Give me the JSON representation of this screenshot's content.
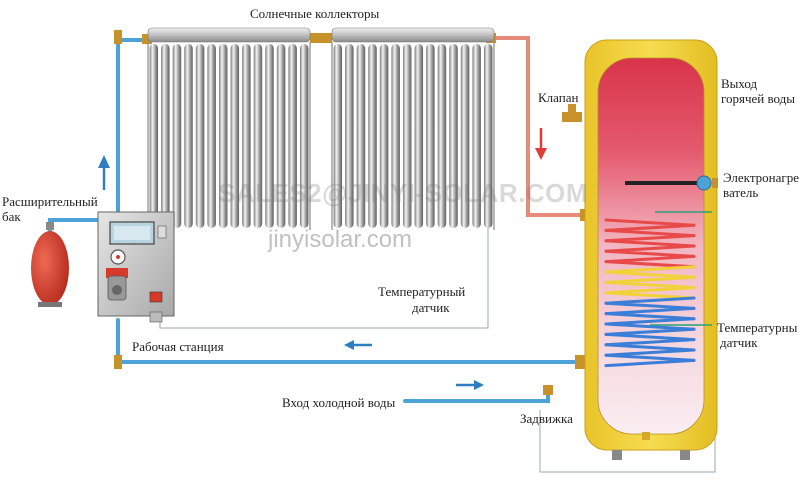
{
  "labels": {
    "collectors": "Солнечные коллекторы",
    "valve": "Клапан",
    "hot_outlet_l1": "Выход",
    "hot_outlet_l2": "горячей воды",
    "heater_l1": "Электронагре",
    "heater_l2": "ватель",
    "expansion_l1": "Расширительный",
    "expansion_l2": "бак",
    "temp_sensor_l1": "Температурный",
    "temp_sensor_l2": "датчик",
    "temp_sensor_right_l1": "Температурны",
    "temp_sensor_right_l2": "датчик",
    "work_station": "Рабочая станция",
    "cold_inlet": "Вход холодной воды",
    "gate_valve": "Задвижка"
  },
  "watermarks": {
    "email": "SALES2@JINYI-SOLAR.COM",
    "site": "jinyisolar.com"
  },
  "colors": {
    "cold_pipe": "#4da3d8",
    "hot_pipe": "#e88a7a",
    "tank_shell": "#f1d23a",
    "tank_hot": "#d8344a",
    "tank_mid": "#f2b6c2",
    "coil_hot": "#e84a4a",
    "coil_warm": "#f2d23a",
    "coil_cold": "#3a7ed8",
    "arrow_red": "#e03a3a",
    "arrow_blue": "#2f7ec2",
    "expansion_tank": "#d83a2a",
    "controller": "#c8c8c8"
  }
}
